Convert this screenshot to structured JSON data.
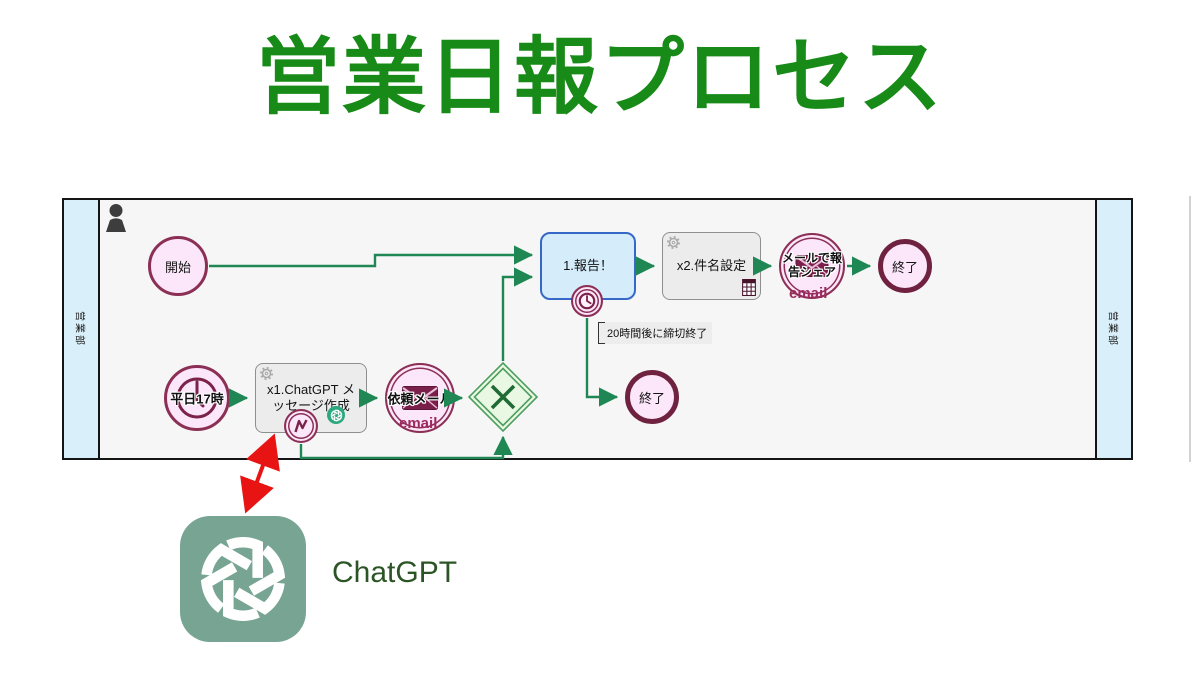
{
  "title": "営業日報プロセス",
  "pool": {
    "lane_left": "営業部",
    "lane_right": "営業部"
  },
  "nodes": {
    "start": {
      "label": "開始"
    },
    "timer_start": {
      "label": "平日17時"
    },
    "task_chatgpt": {
      "label": "x1.ChatGPT メッセージ作成"
    },
    "event_request_mail": {
      "label": "依頼メール",
      "type_label": "email"
    },
    "task_report": {
      "label": "1.報告！"
    },
    "annotation": {
      "text": "20時間後に締切終了"
    },
    "task_subject": {
      "label": "x2.件名設定"
    },
    "event_share_mail": {
      "label": "メールで報告シェア",
      "type_label": "email"
    },
    "end_main": {
      "label": "終了"
    },
    "end_timeout": {
      "label": "終了"
    }
  },
  "footer": {
    "chatgpt_label": "ChatGPT"
  },
  "colors": {
    "title_green": "#178a17",
    "flow_green": "#1e8753",
    "event_maroon": "#8c2f55",
    "end_maroon": "#6e2240",
    "node_pink": "#fce6f9",
    "task_blue_fill": "#d5ecfb",
    "task_blue_border": "#3668c8",
    "task_gray_fill": "#ececec",
    "gateway_green": "#4e9e5f",
    "lane_blue": "#d9effa",
    "chatgpt_tile": "#77a493",
    "chatgpt_text": "#2d5426",
    "arrow_red": "#e81313"
  }
}
